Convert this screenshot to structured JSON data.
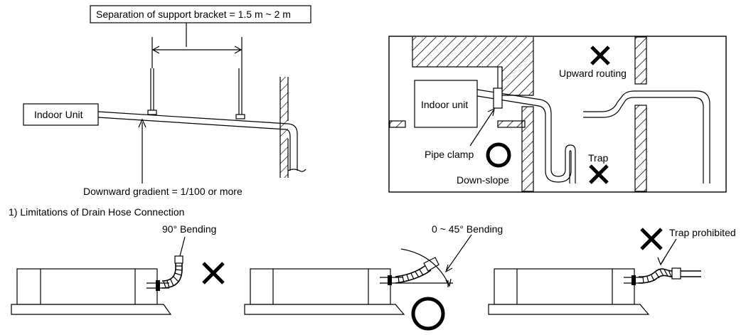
{
  "top_left": {
    "bracket_label": "Separation of support bracket = 1.5 m ~ 2 m",
    "indoor_unit_label": "Indoor Unit",
    "gradient_label": "Downward gradient = 1/100 or more"
  },
  "top_right": {
    "indoor_unit_label": "Indoor unit",
    "upward_routing_label": "Upward routing",
    "pipe_clamp_label": "Pipe clamp",
    "trap_label": "Trap",
    "down_slope_label": "Down-slope"
  },
  "section_heading": "1)  Limitations of Drain Hose Connection",
  "bottom": {
    "bending_90_label": "90° Bending",
    "bending_0_45_label": "0 ~ 45° Bending",
    "trap_prohibited_label": "Trap prohibited"
  }
}
